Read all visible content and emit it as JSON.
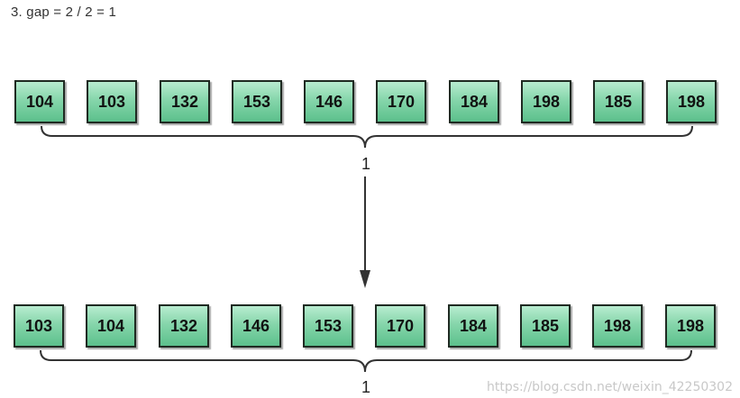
{
  "title": "3. gap = 2 / 2 = 1",
  "before": {
    "values": [
      "104",
      "103",
      "132",
      "153",
      "146",
      "170",
      "184",
      "198",
      "185",
      "198"
    ],
    "group_label": "1"
  },
  "after": {
    "values": [
      "103",
      "104",
      "132",
      "146",
      "153",
      "170",
      "184",
      "185",
      "198",
      "198"
    ],
    "group_label": "1"
  },
  "watermark": "https://blog.csdn.net/weixin_42250302",
  "colors": {
    "cell_fill_light": "#b8ecd0",
    "cell_fill_dark": "#5cc08c",
    "cell_border": "#1f2a22",
    "line": "#333333"
  }
}
